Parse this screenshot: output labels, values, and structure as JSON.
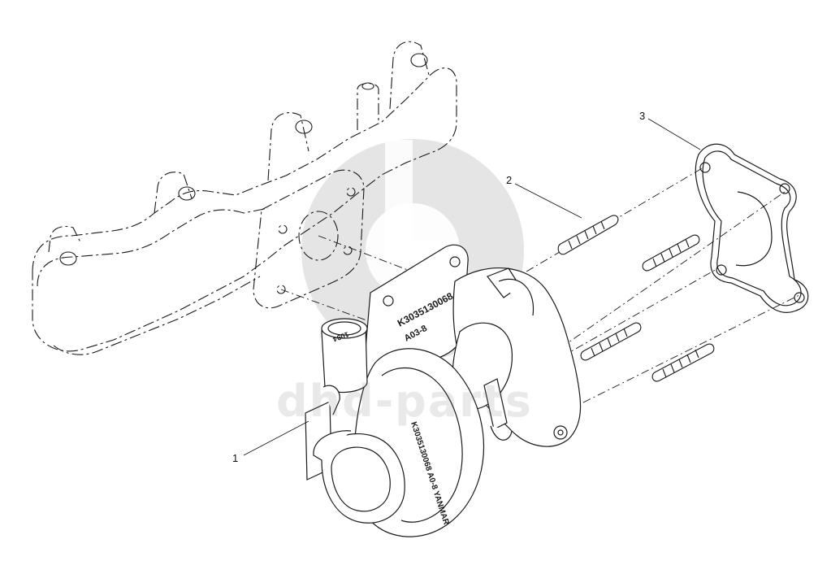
{
  "callouts": {
    "item1": "1",
    "item2": "2",
    "item3": "3"
  },
  "part_markings": {
    "flange_code": "K3035130068",
    "flange_sub": "A03-8",
    "housing_text": "K3035130068 A0-8 YANMAR",
    "inlet_mark": "1094"
  },
  "watermark": {
    "text": "dhd-parts"
  },
  "colors": {
    "line": "#1a1a1a",
    "watermark": "#d6d6d6",
    "background": "#ffffff"
  }
}
